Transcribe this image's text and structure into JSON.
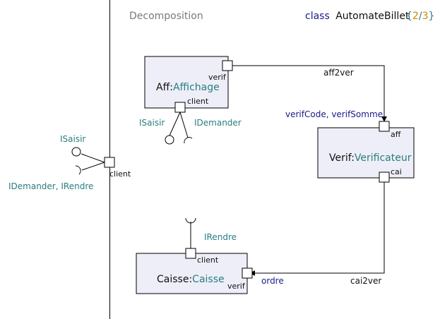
{
  "diagram": {
    "title": "Decomposition",
    "class_keyword": "class",
    "class_name": "AutomateBillet",
    "page_open": "{",
    "page_current": "2",
    "page_sep": "/",
    "page_total": "3",
    "page_close": "}"
  },
  "parts": {
    "aff": {
      "name": "Aff",
      "type": "Affichage",
      "port_top": "verif",
      "port_bottom": "client"
    },
    "verif": {
      "name": "Verif",
      "type": "Verificateur",
      "port_top": "aff",
      "port_bottom": "cai"
    },
    "caisse": {
      "name": "Caisse",
      "type": "Caisse",
      "port_top": "client",
      "port_right": "verif"
    }
  },
  "external_port": {
    "name": "client",
    "provided": "ISaisir",
    "required": "IDemander, IRendre"
  },
  "interfaces": {
    "aff_provided": "ISaisir",
    "aff_required": "IDemander",
    "caisse_required": "IRendre",
    "verif_provided": "verifCode, verifSomme",
    "caisse_provided": "ordre"
  },
  "connectors": {
    "aff2ver": "aff2ver",
    "cai2ver": "cai2ver"
  },
  "colors": {
    "box_fill": "#edeef8",
    "type_text": "#2a7d80",
    "navy_text": "#1a1a8a",
    "border": "#000000"
  }
}
